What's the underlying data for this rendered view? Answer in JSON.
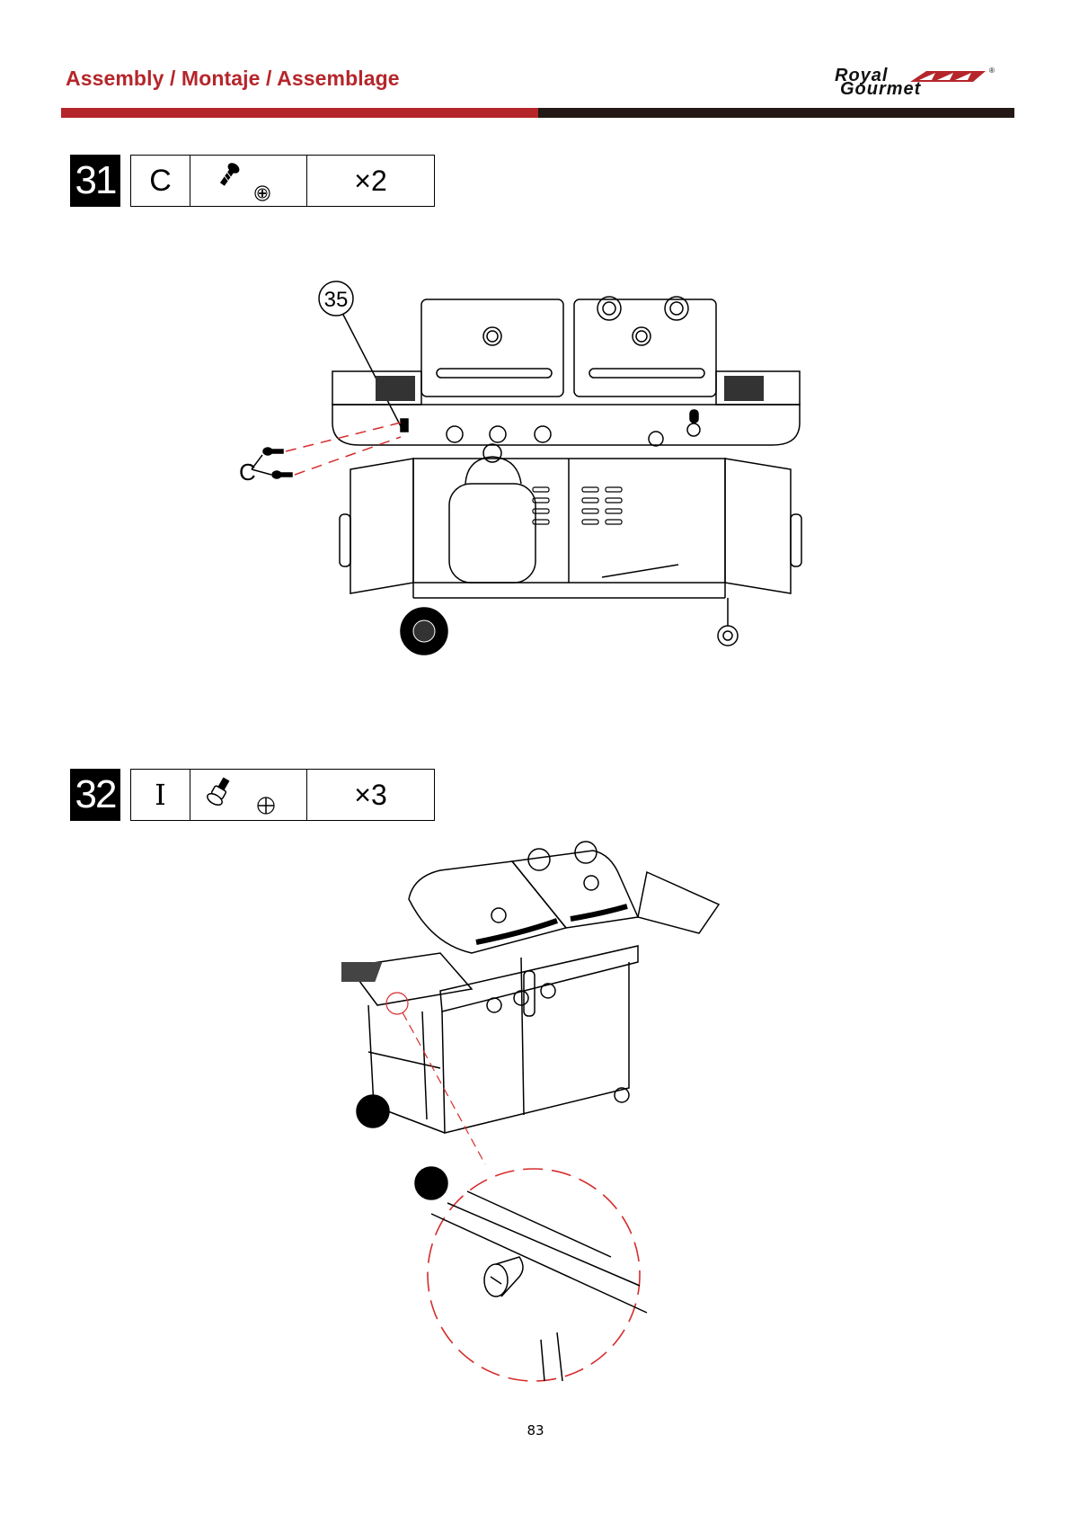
{
  "header": {
    "title": "Assembly / Montaje / Assemblage",
    "logo_line1": "Royal",
    "logo_line2": "Gourmet",
    "logo_mark": "®",
    "accent_color": "#b5262b",
    "dark_color": "#231815"
  },
  "steps": [
    {
      "number": "31",
      "part_letter": "C",
      "part_icon": "phillips-screw-icon",
      "quantity": "×2",
      "callout_part": "35",
      "callout_letter": "C"
    },
    {
      "number": "32",
      "part_letter": "I",
      "part_icon": "shoulder-bolt-icon",
      "quantity": "×3"
    }
  ],
  "page_number": "83"
}
